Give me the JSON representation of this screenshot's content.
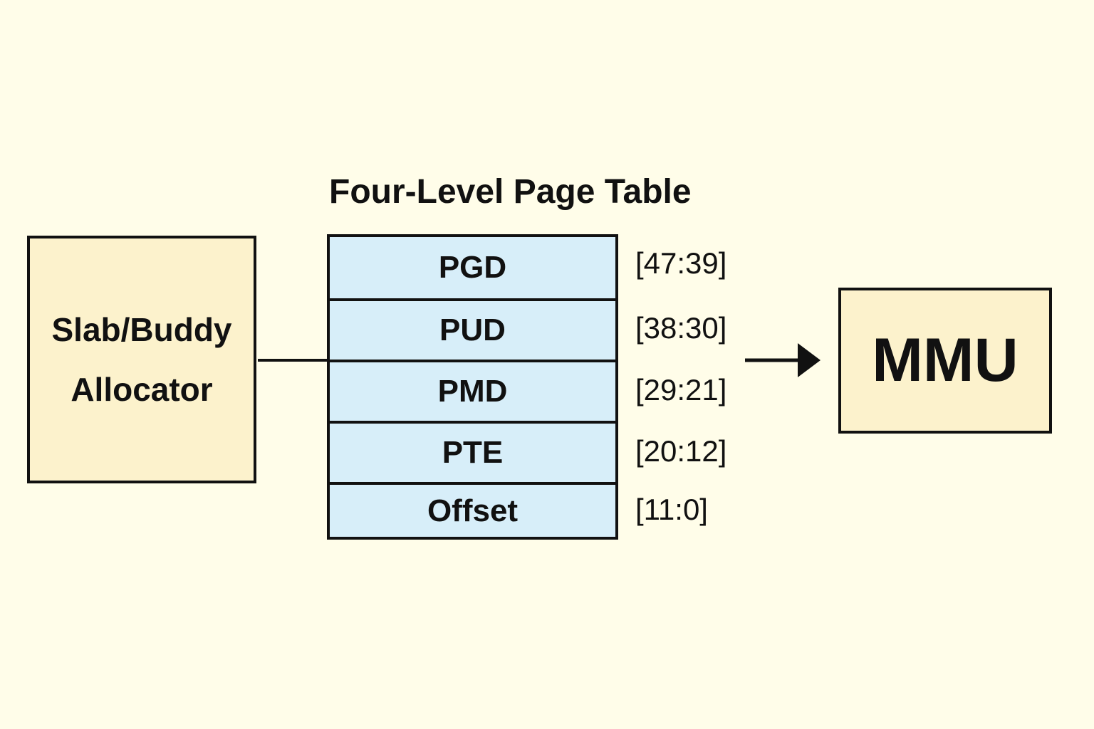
{
  "title": "Four-Level Page Table",
  "allocator": {
    "line1": "Slab/Buddy",
    "line2": "Allocator"
  },
  "page_table": {
    "levels": [
      {
        "label": "PGD",
        "bits": "[47:39]"
      },
      {
        "label": "PUD",
        "bits": "[38:30]"
      },
      {
        "label": "PMD",
        "bits": "[29:21]"
      },
      {
        "label": "PTE",
        "bits": "[20:12]"
      },
      {
        "label": "Offset",
        "bits": "[11:0]"
      }
    ]
  },
  "mmu": {
    "label": "MMU"
  },
  "colors": {
    "background": "#fffde9",
    "box_fill": "#fcf2cc",
    "table_fill": "#d7eef9",
    "stroke": "#111111"
  }
}
